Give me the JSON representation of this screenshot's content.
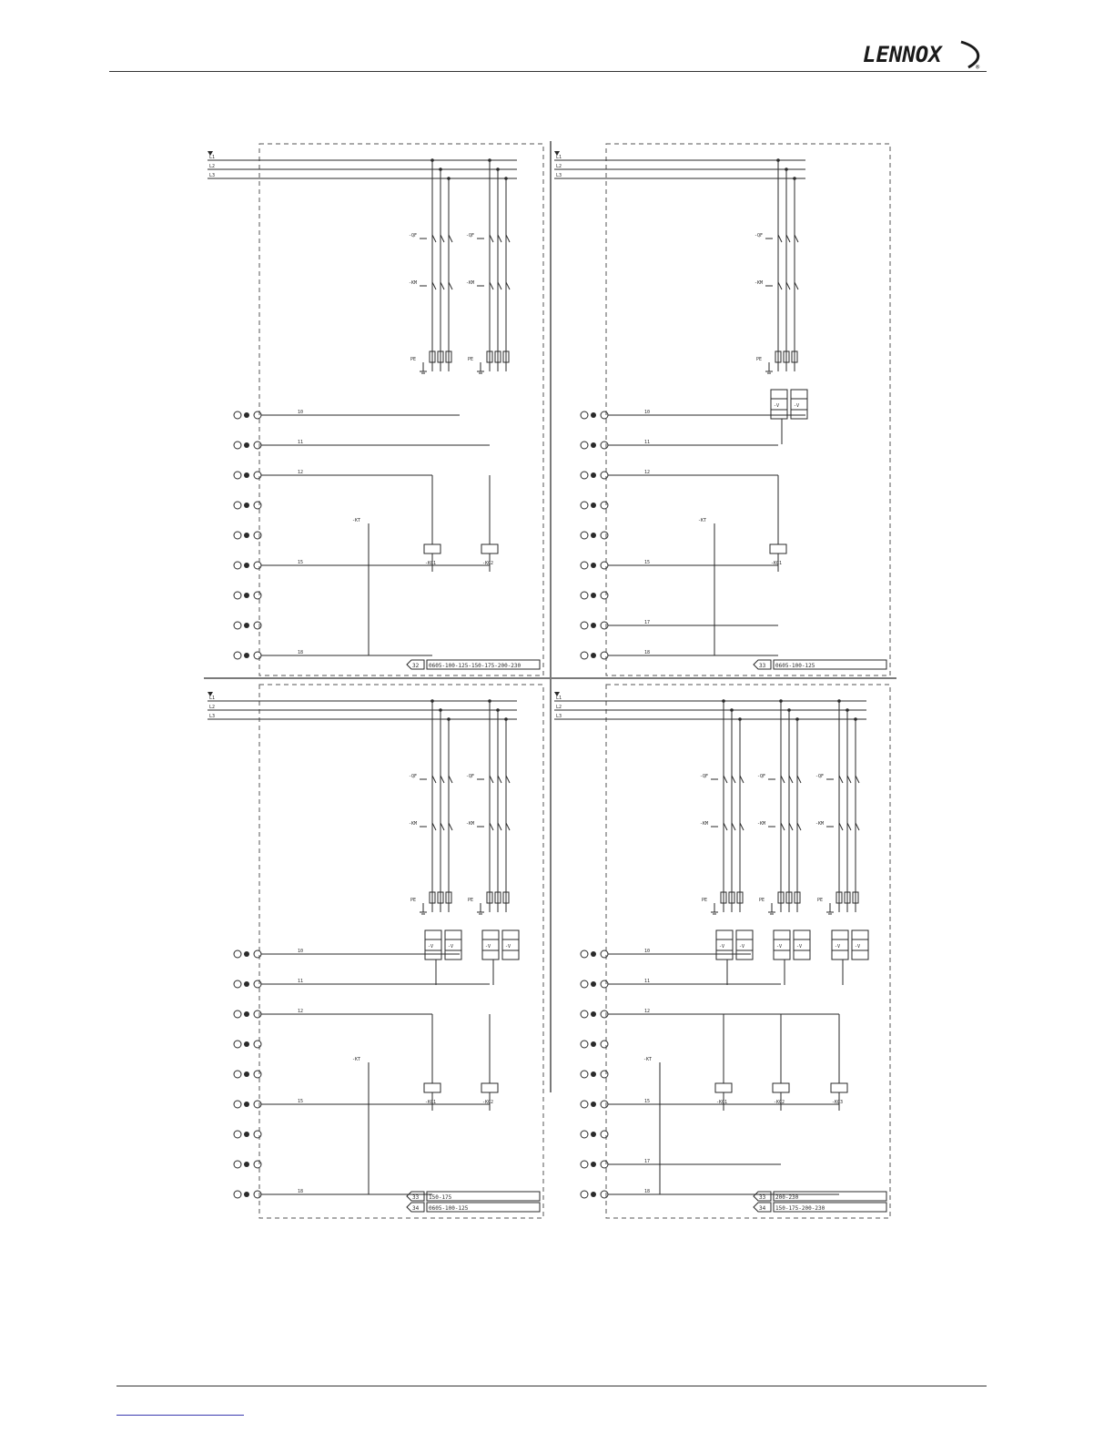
{
  "brand": {
    "logo_text": "LENNOX",
    "registered": "®"
  },
  "diagrams": [
    {
      "tags": [
        {
          "ref": "32",
          "models": "0605-100-125-150-175-200-230"
        }
      ],
      "phases": [
        "L1",
        "L2",
        "L3"
      ]
    },
    {
      "tags": [
        {
          "ref": "33",
          "models": "0605-100-125"
        }
      ],
      "phases": [
        "L1",
        "L2",
        "L3"
      ]
    },
    {
      "tags": [
        {
          "ref": "33",
          "models": "150-175"
        },
        {
          "ref": "34",
          "models": "0605-100-125"
        }
      ],
      "phases": [
        "L1",
        "L2",
        "L3"
      ]
    },
    {
      "tags": [
        {
          "ref": "33",
          "models": "200-230"
        },
        {
          "ref": "34",
          "models": "150-175-200-230"
        }
      ],
      "phases": [
        "L1",
        "L2",
        "L3"
      ]
    }
  ],
  "colors": {
    "line": "#2a2a2a",
    "dashed_frame": "#555555",
    "divider": "#7a7a7a",
    "logo": "#1a1a1a",
    "link": "#3a3ab0"
  }
}
